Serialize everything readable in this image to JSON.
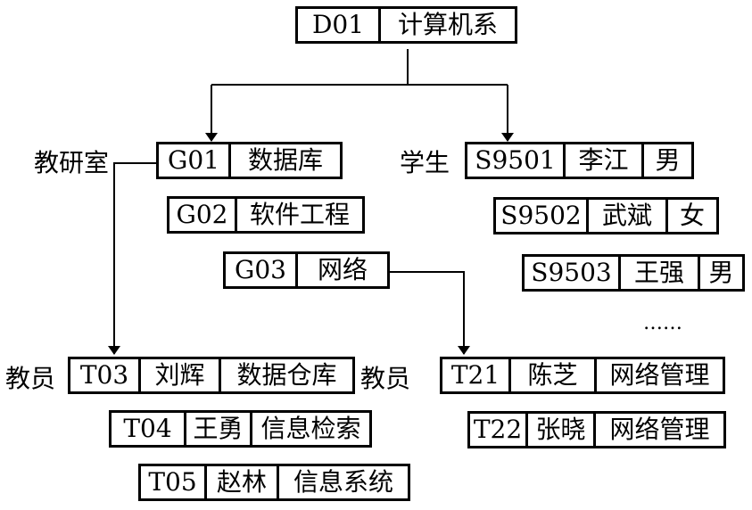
{
  "department": {
    "id": "D01",
    "name": "计算机系"
  },
  "labels": {
    "research_office": "教研室",
    "students": "学生",
    "teachers_left": "教员",
    "teachers_right": "教员",
    "ellipsis": "……"
  },
  "research_offices": [
    {
      "id": "G01",
      "name": "数据库"
    },
    {
      "id": "G02",
      "name": "软件工程"
    },
    {
      "id": "G03",
      "name": "网络"
    }
  ],
  "students": [
    {
      "id": "S9501",
      "name": "李江",
      "gender": "男"
    },
    {
      "id": "S9502",
      "name": "武斌",
      "gender": "女"
    },
    {
      "id": "S9503",
      "name": "王强",
      "gender": "男"
    }
  ],
  "teachers_db": [
    {
      "id": "T03",
      "name": "刘辉",
      "course": "数据仓库"
    },
    {
      "id": "T04",
      "name": "王勇",
      "course": "信息检索"
    },
    {
      "id": "T05",
      "name": "赵林",
      "course": "信息系统"
    }
  ],
  "teachers_net": [
    {
      "id": "T21",
      "name": "陈芝",
      "course": "网络管理"
    },
    {
      "id": "T22",
      "name": "张晓",
      "course": "网络管理"
    }
  ]
}
